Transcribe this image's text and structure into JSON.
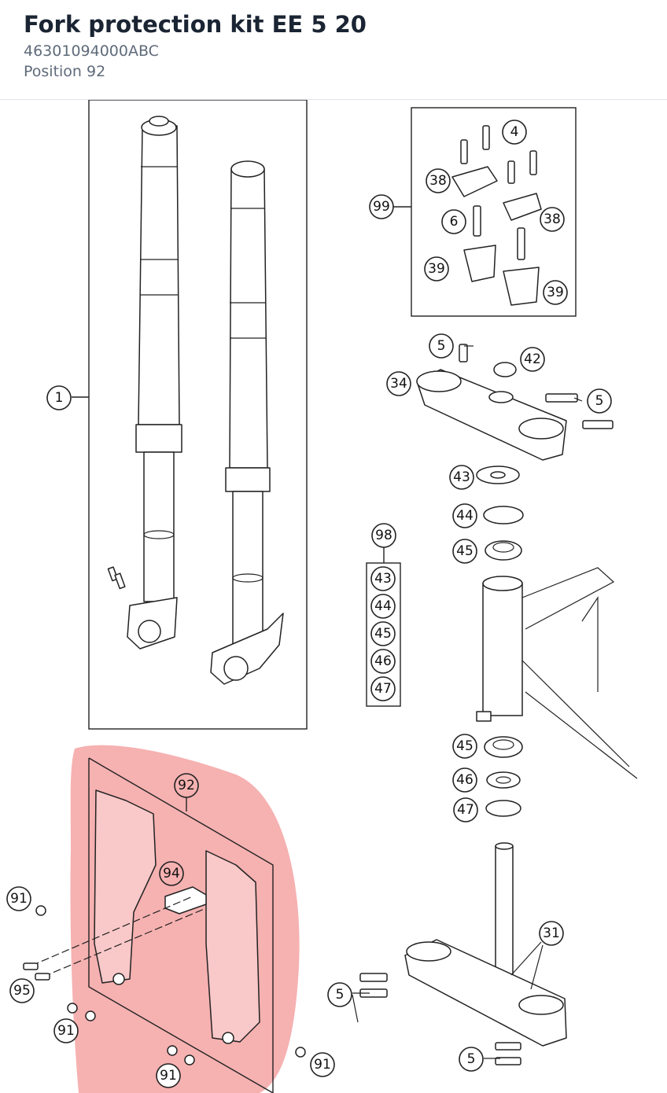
{
  "header": {
    "title": "Fork protection kit EE 5 20",
    "part_number": "46301094000ABC",
    "position": "Position 92"
  },
  "diagram": {
    "highlight_color": "#f5a3a3",
    "callouts": {
      "c1": "1",
      "c4": "4",
      "c38a": "38",
      "c38b": "38",
      "c99": "99",
      "c6": "6",
      "c39a": "39",
      "c39b": "39",
      "c5a": "5",
      "c42": "42",
      "c34": "34",
      "c5b": "5",
      "c43": "43",
      "c44": "44",
      "c45": "45",
      "c98": "98",
      "k43": "43",
      "k44": "44",
      "k45": "45",
      "k46": "46",
      "k47": "47",
      "c45b": "45",
      "c46": "46",
      "c47": "47",
      "c92": "92",
      "c94": "94",
      "c91a": "91",
      "c95": "95",
      "c91b": "91",
      "c91c": "91",
      "c91d": "91",
      "c31": "31",
      "c5c": "5",
      "c5d": "5"
    }
  }
}
